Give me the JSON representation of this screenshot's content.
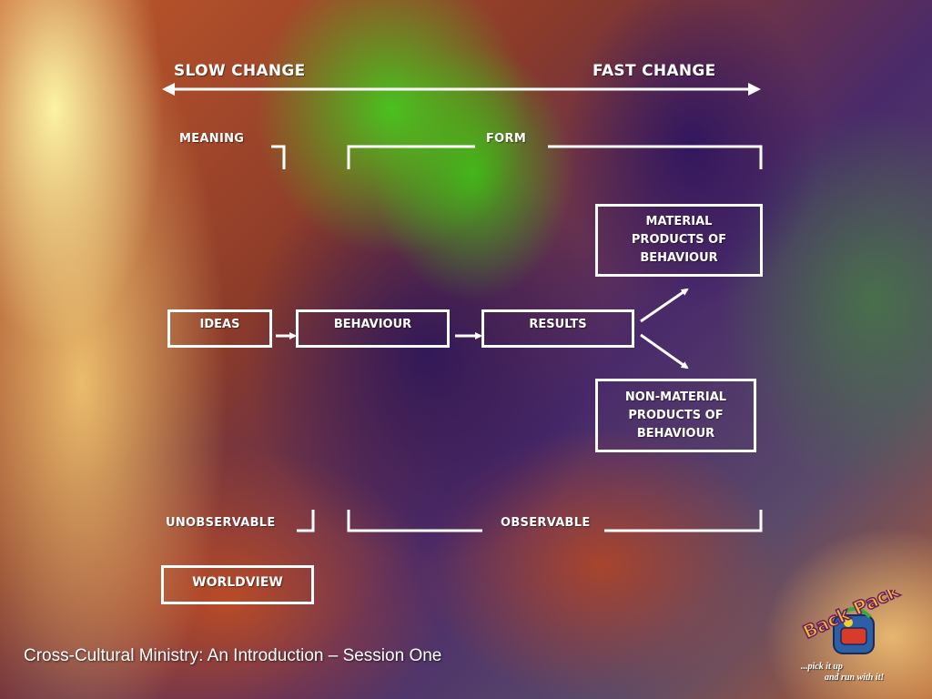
{
  "axis": {
    "left_label": "SLOW CHANGE",
    "right_label": "FAST CHANGE"
  },
  "groups": {
    "meaning": "MEANING",
    "form": "FORM",
    "unobservable": "UNOBSERVABLE",
    "observable": "OBSERVABLE"
  },
  "boxes": {
    "ideas": "IDEAS",
    "behaviour": "BEHAVIOUR",
    "results": "RESULTS",
    "material": "MATERIAL PRODUCTS OF BEHAVIOUR",
    "non_material": "NON-MATERIAL PRODUCTS OF BEHAVIOUR",
    "worldview": "WORLDVIEW"
  },
  "footer": {
    "title": "Cross-Cultural Ministry: An Introduction – Session One"
  },
  "logo": {
    "text": "Back Pack",
    "tagline_line1": "...pick it up",
    "tagline_line2": "and run with it!"
  }
}
